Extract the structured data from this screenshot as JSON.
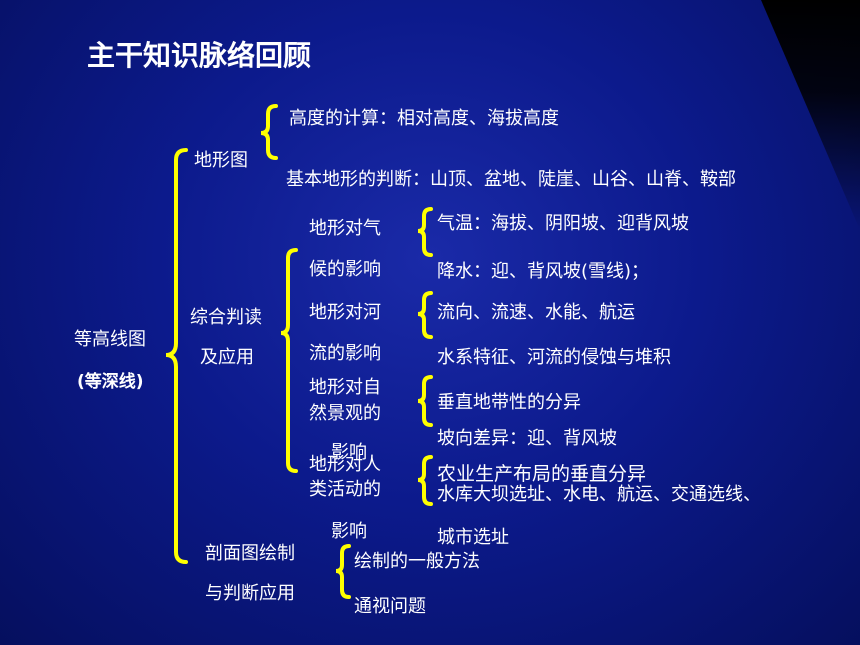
{
  "title": "主干知识脉络回顾",
  "root": {
    "line1": "等高线图",
    "line2": "(等深线)"
  },
  "map": {
    "label": "地形图",
    "items": [
      "高度的计算：相对高度、海拔高度",
      "基本地形的判断：山顶、盆地、陡崖、山谷、山脊、鞍部"
    ]
  },
  "judge": {
    "line1": "综合判读",
    "line2": "及应用",
    "climate": {
      "line1": "地形对气",
      "line2": "候的影响",
      "items": [
        "气温：海拔、阴阳坡、迎背风坡",
        "降水：迎、背风坡(雪线)；"
      ]
    },
    "river": {
      "line1": "流的影响",
      "label0": "地形对河",
      "items": [
        "流向、流速、水能、航运",
        "水系特征、河流的侵蚀与堆积"
      ]
    },
    "landscape": {
      "line1": "地形对自",
      "line2": "然景观的",
      "line3": "影响",
      "items": [
        "垂直地带性的分异",
        "坡向差异：迎、背风坡"
      ]
    },
    "human": {
      "line1": "地形对人",
      "line2": "类活动的",
      "line3": "影响",
      "items": [
        "农业生产布局的垂直分异",
        "水库大坝选址、水电、航运、交通选线、",
        "城市选址"
      ]
    }
  },
  "profile": {
    "line1": "剖面图绘制",
    "line2": "与判断应用",
    "items": [
      "绘制的一般方法",
      "通视问题"
    ]
  },
  "colors": {
    "brace": "#ffff00",
    "text": "#ffffff",
    "background": "#0c1a8c"
  }
}
